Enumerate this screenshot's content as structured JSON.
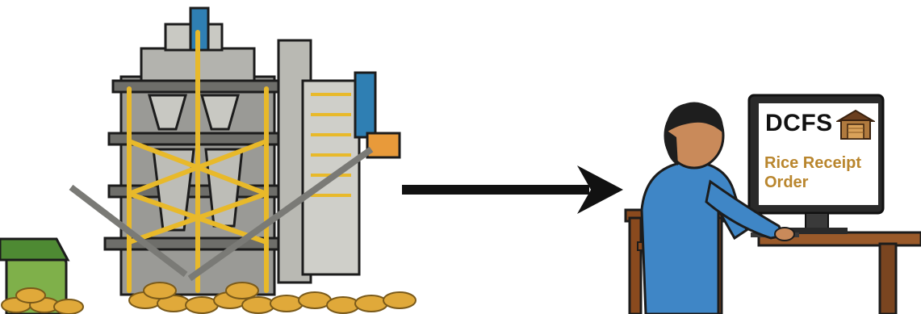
{
  "monitor": {
    "title": "DCFS",
    "subtitle_line1": "Rice Receipt",
    "subtitle_line2": "Order",
    "subtitle_color": "#b9862e"
  },
  "icons": {
    "mill": "rice-mill-illustration",
    "arrow": "right-arrow-icon",
    "worker": "worker-at-computer-illustration",
    "warehouse": "warehouse-icon"
  }
}
